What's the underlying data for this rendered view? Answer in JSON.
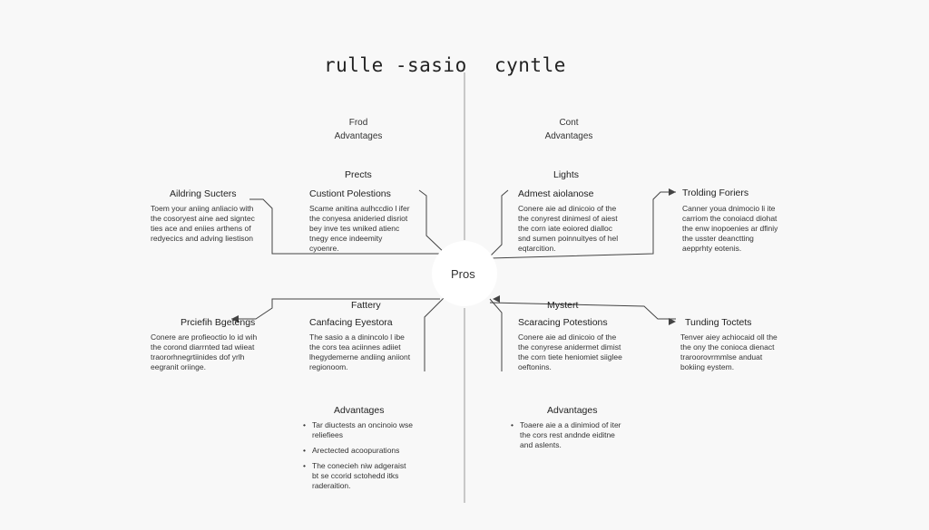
{
  "title": {
    "left": "rulle -sasio",
    "right": "cyntle"
  },
  "left_column": {
    "heading_line1": "Frod",
    "heading_line2": "Advantages"
  },
  "right_column": {
    "heading_line1": "Cont",
    "heading_line2": "Advantages"
  },
  "center_label": "Pros",
  "top_left": {
    "label": "Prects",
    "outer_head": "Aildring Sucters",
    "outer_body": "Toem your aniing anliacio with\nthe cosoryest aine aed signtec\nties ace and eniies arthens of\nredyecics and adving liestison",
    "inner_head": "Custiont Polestions",
    "inner_body": "Scame anitina aulhccdio l ifer\nthe conyesa anideried disriot\nbey inve tes wniked atienc\ntnegy ence indeemity\ncyoenre."
  },
  "top_right": {
    "label": "Lights",
    "inner_head": "Admest aiolanose",
    "inner_body": "Conere aie ad dinicoio of the\nthe conyrest dinimesl of aiest\nthe corn iate eoiored dialloc\nsnd sumen poinnuityes of hel\neqtarcition.",
    "outer_head": "Trolding Foriers",
    "outer_body": "Canner youa dnimocio li ite\ncarriom the conoiacd diohat\nthe enw inopoenies ar dfiniy\nthe usster deanctting\naepprhty eotenis."
  },
  "bottom_left": {
    "label": "Fattery",
    "outer_head": "Prciefih Bgetengs",
    "outer_body": "Conere are profieoctio lo id wih\nthe corond diarrnted tad wiieat\ntraororhnegrtiinides dof yrlh\neegranit oriinge.",
    "inner_head": "Canfacing Eyestora",
    "inner_body": "The sasio a a dinincolo l ibe\nthe cors tea aciinnes adiiet\nlhegydemerne andiing aniiont\nregionoom."
  },
  "bottom_right": {
    "label": "Mystert",
    "inner_head": "Scaracing Potestions",
    "inner_body": "Conere aie ad dinicoio of the\nthe conyrese anidermet dimist\nthe corn tiete heniomiet siiglee\noeftonins.",
    "outer_head": "Tunding Toctets",
    "outer_body": "Tenver aiey achiocaid oll the\nthe ony the conioca dienact\ntraroorovrmmlse anduat\nbokiing eystem."
  },
  "left_advantages": {
    "heading": "Advantages",
    "items": [
      "Tar diuctests an oncinoio wse\nreliefiees",
      "Arectected acoopurations",
      "The conecieh niw adgeraist\nbt se ccorid sctohedd itks\nraderaition."
    ]
  },
  "right_advantages": {
    "heading": "Advantages",
    "items": [
      "Toaere aie a a dinimiod of iter\nthe cors rest andnde eiditne\nand aslents."
    ]
  }
}
